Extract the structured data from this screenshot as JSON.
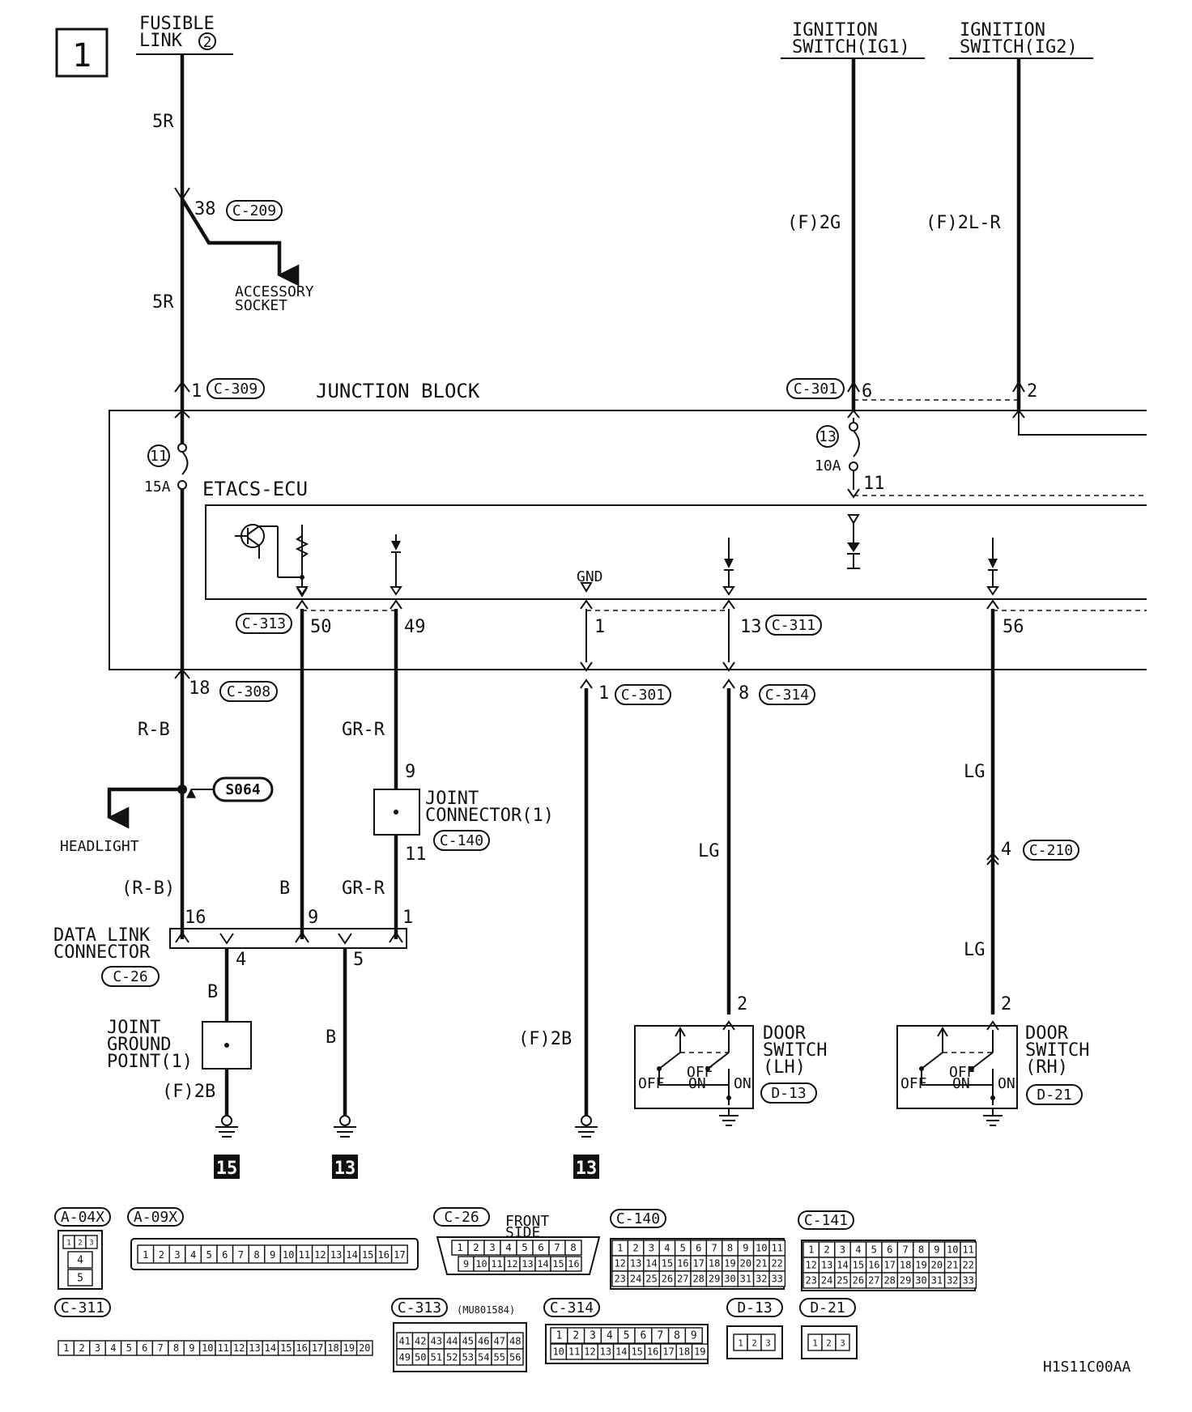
{
  "page_number": "1",
  "sources": {
    "fusible_link": "FUSIBLE\nLINK",
    "fusible_link_num": "2",
    "ig1": "IGNITION\nSWITCH(IG1)",
    "ig2": "IGNITION\nSWITCH(IG2)"
  },
  "blocks": {
    "junction": "JUNCTION BLOCK",
    "etacs": "ETACS-ECU",
    "gnd": "GND"
  },
  "fuses": [
    {
      "num": "11",
      "rating": "15A"
    },
    {
      "num": "13",
      "rating": "10A"
    }
  ],
  "connectors": {
    "c209": "C-209",
    "c309": "C-309",
    "c301": "C-301",
    "c313": "C-313",
    "c311": "C-311",
    "c308": "C-308",
    "c314": "C-314",
    "c140": "C-140",
    "c210": "C-210",
    "c26": "C-26",
    "d13": "D-13",
    "d21": "D-21",
    "s064": "S064"
  },
  "pins": {
    "p38": "38",
    "p1": "1",
    "p6": "6",
    "p2": "2",
    "p11": "11",
    "p50": "50",
    "p49": "49",
    "p13": "13",
    "p56": "56",
    "p18": "18",
    "p8": "8",
    "p9": "9",
    "p4": "4",
    "p16": "16",
    "p5": "5"
  },
  "wire_colors": {
    "w5r": "5R",
    "f2g": "(F)2G",
    "f2lr": "(F)2L-R",
    "rb": "R-B",
    "rb_paren": "(R-B)",
    "grr": "GR-R",
    "lg": "LG",
    "b": "B",
    "f2b": "(F)2B"
  },
  "components": {
    "accessory_socket": "ACCESSORY\nSOCKET",
    "headlight": "HEADLIGHT",
    "joint_connector": "JOINT\nCONNECTOR(1)",
    "data_link": "DATA LINK\nCONNECTOR",
    "joint_ground": "JOINT\nGROUND\nPOINT(1)",
    "door_lh": "DOOR\nSWITCH\n(LH)",
    "door_rh": "DOOR\nSWITCH\n(RH)",
    "sw_off": "OFF",
    "sw_on": "ON"
  },
  "grounds": [
    "15",
    "13",
    "13"
  ],
  "connector_views": {
    "a04x": {
      "label": "A-04X",
      "pins": [
        "1",
        "2",
        "3",
        "4",
        "5"
      ]
    },
    "a09x": {
      "label": "A-09X",
      "pins": [
        "1",
        "2",
        "3",
        "4",
        "5",
        "6",
        "7",
        "8",
        "9",
        "10",
        "11",
        "12",
        "13",
        "14",
        "15",
        "16",
        "17"
      ]
    },
    "c26": {
      "label": "C-26",
      "note": "FRONT\nSIDE",
      "pins": [
        "1",
        "2",
        "3",
        "4",
        "5",
        "6",
        "7",
        "8",
        "9",
        "10",
        "11",
        "12",
        "13",
        "14",
        "15",
        "16"
      ]
    },
    "c140": {
      "label": "C-140",
      "pins": [
        "1",
        "2",
        "3",
        "4",
        "5",
        "6",
        "7",
        "8",
        "9",
        "10",
        "11",
        "12",
        "13",
        "14",
        "15",
        "16",
        "17",
        "18",
        "19",
        "20",
        "21",
        "22",
        "23",
        "24",
        "25",
        "26",
        "27",
        "28",
        "29",
        "30",
        "31",
        "32",
        "33"
      ]
    },
    "c141": {
      "label": "C-141",
      "pins": [
        "1",
        "2",
        "3",
        "4",
        "5",
        "6",
        "7",
        "8",
        "9",
        "10",
        "11",
        "12",
        "13",
        "14",
        "15",
        "16",
        "17",
        "18",
        "19",
        "20",
        "21",
        "22",
        "23",
        "24",
        "25",
        "26",
        "27",
        "28",
        "29",
        "30",
        "31",
        "32",
        "33"
      ]
    },
    "c311": {
      "label": "C-311",
      "pins": [
        "1",
        "2",
        "3",
        "4",
        "5",
        "6",
        "7",
        "8",
        "9",
        "10",
        "11",
        "12",
        "13",
        "14",
        "15",
        "16",
        "17",
        "18",
        "19",
        "20"
      ]
    },
    "c313": {
      "label": "C-313",
      "part": "(MU801584)",
      "pins": [
        "41",
        "42",
        "43",
        "44",
        "45",
        "46",
        "47",
        "48",
        "49",
        "50",
        "51",
        "52",
        "53",
        "54",
        "55",
        "56"
      ]
    },
    "c314": {
      "label": "C-314",
      "pins": [
        "1",
        "2",
        "3",
        "4",
        "5",
        "6",
        "7",
        "8",
        "9",
        "10",
        "11",
        "12",
        "13",
        "14",
        "15",
        "16",
        "17",
        "18",
        "19"
      ]
    },
    "d13": {
      "label": "D-13",
      "pins": [
        "1",
        "2",
        "3"
      ]
    },
    "d21": {
      "label": "D-21",
      "pins": [
        "1",
        "2",
        "3"
      ]
    }
  },
  "drawing_code": "H1S11C00AA"
}
